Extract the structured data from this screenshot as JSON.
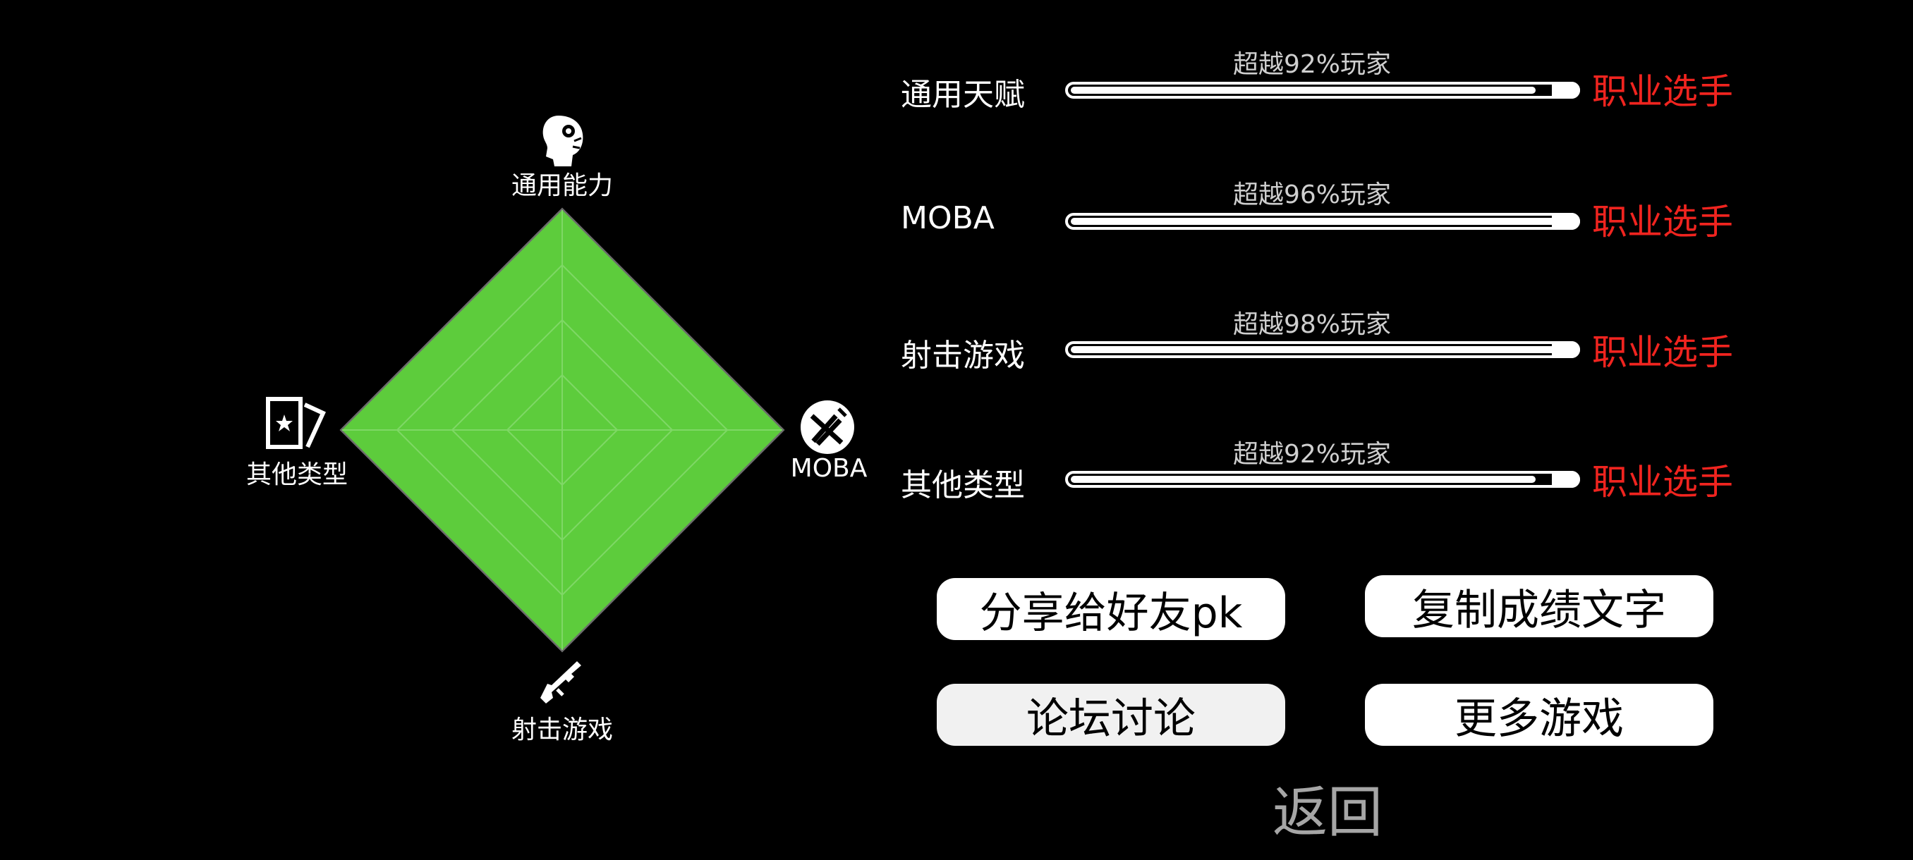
{
  "radar": {
    "axes": [
      {
        "label": "通用能力",
        "icon": "head-gear-icon",
        "value": 1.0
      },
      {
        "label": "MOBA",
        "icon": "crossed-swords-icon",
        "value": 1.0
      },
      {
        "label": "射击游戏",
        "icon": "gun-icon",
        "value": 1.0
      },
      {
        "label": "其他类型",
        "icon": "star-cards-icon",
        "value": 1.0
      }
    ],
    "fill_color": "#5dcc3c",
    "outline_color": "#6b6b6b"
  },
  "stats": [
    {
      "label": "通用天赋",
      "percent_text": "超越92%玩家",
      "percent": 92,
      "rank": "职业选手"
    },
    {
      "label": "MOBA",
      "percent_text": "超越96%玩家",
      "percent": 96,
      "rank": "职业选手"
    },
    {
      "label": "射击游戏",
      "percent_text": "超越98%玩家",
      "percent": 98,
      "rank": "职业选手"
    },
    {
      "label": "其他类型",
      "percent_text": "超越92%玩家",
      "percent": 92,
      "rank": "职业选手"
    }
  ],
  "buttons": {
    "share": "分享给好友pk",
    "copy": "复制成绩文字",
    "forum": "论坛讨论",
    "more": "更多游戏"
  },
  "back": "返回",
  "colors": {
    "rank": "#f0241f",
    "background": "#000000"
  }
}
